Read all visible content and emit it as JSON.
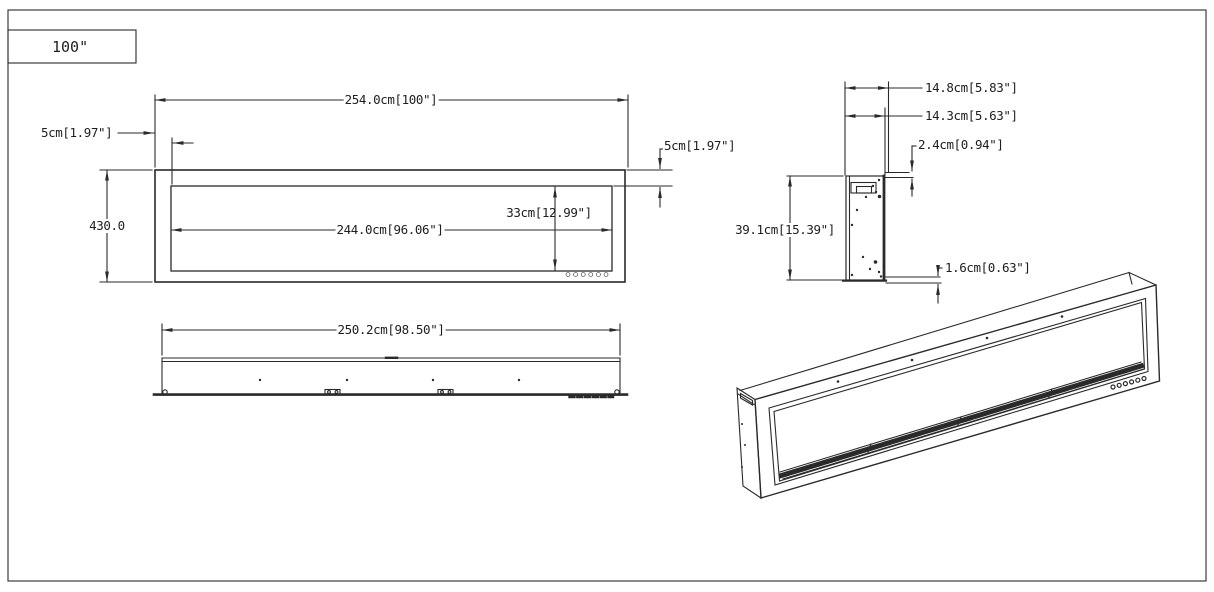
{
  "sheet": {
    "size_label": "100\""
  },
  "colors": {
    "line": "#2a2a2a",
    "background": "#ffffff"
  },
  "front_view": {
    "width_outer": "254.0cm[100\"]",
    "side_gap_left": "5cm[1.97\"]",
    "top_gap_right": "5cm[1.97\"]",
    "height_outer": "430.0",
    "width_inner": "244.0cm[96.06\"]",
    "height_inner": "33cm[12.99\"]"
  },
  "bottom_view": {
    "width_mount": "250.2cm[98.50\"]"
  },
  "side_view": {
    "depth_overall": "14.8cm[5.83\"]",
    "depth_body": "14.3cm[5.63\"]",
    "flange_top": "2.4cm[0.94\"]",
    "height": "39.1cm[15.39\"]",
    "flange_bottom": "1.6cm[0.63\"]"
  }
}
